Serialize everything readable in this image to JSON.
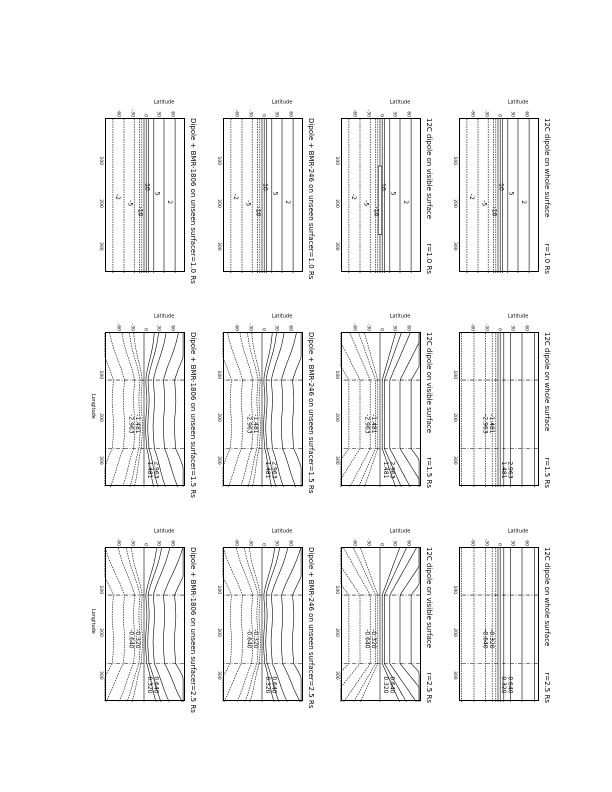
{
  "axes": {
    "x_label": "Longitude",
    "y_label": "Latitude",
    "x_ticks": [
      "100",
      "200",
      "300"
    ],
    "y_ticks": [
      "-60",
      "-30",
      "0",
      "30",
      "60"
    ]
  },
  "rows": [
    {
      "title": "12C dipole on whole surface"
    },
    {
      "title": "12C dipole on visible surface"
    },
    {
      "title": "Dipole + BMR-246 on unseen surface"
    },
    {
      "title": "Dipole + BMR-1806 on unseen surface"
    }
  ],
  "columns": [
    {
      "radius": "r=1.0 Rs",
      "contour_labels": [
        "10",
        "5",
        "2",
        "-2",
        "-5",
        "-10"
      ]
    },
    {
      "radius": "r=1.5 Rs",
      "contour_labels": [
        "2.963",
        "1.481",
        "-1.481",
        "-2.963"
      ]
    },
    {
      "radius": "r=2.5 Rs",
      "contour_labels": [
        "0.640",
        "0.320",
        "-0.320",
        "-0.640"
      ]
    }
  ]
}
